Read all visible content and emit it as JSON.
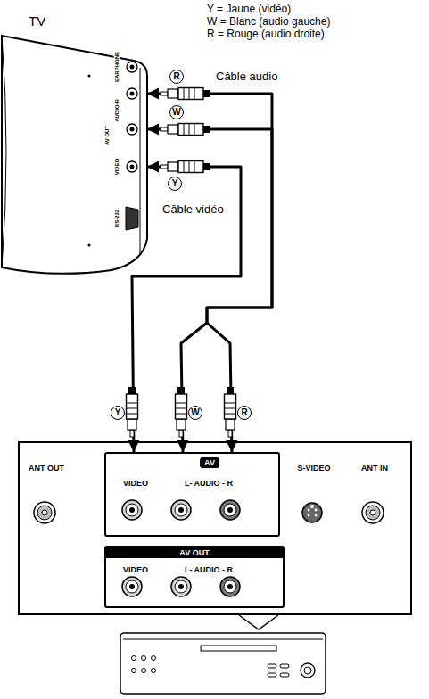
{
  "diagram": {
    "nodes": [
      {
        "text": [
          "TV"
        ]
      },
      {
        "text": [
          "ANT OUT",
          "S-VIDEO",
          "ANT IN"
        ]
      },
      {
        "text": [
          "AV",
          "VIDEO",
          "L- AUDIO - R"
        ],
        "in": 1
      },
      {
        "text": [
          "AV OUT",
          "VIDEO",
          "L- AUDIO - R"
        ],
        "in": 1
      }
    ],
    "edges": [
      {
        "from": 0,
        "to": 2,
        "label": "Câble audio",
        "arrow": "both"
      },
      {
        "from": 0,
        "to": 2,
        "label": "Câble vidéo",
        "arrow": "both"
      }
    ],
    "labels": [
      "Y = Jaune (vidéo)",
      "W = Blanc (audio gauche)",
      "R = Rouge (audio droite)",
      "R",
      "W",
      "Y",
      "Y",
      "W",
      "R",
      "EARPHONE",
      "AUDIO-R",
      "AV OUT",
      "VIDEO",
      "RS-232"
    ]
  }
}
